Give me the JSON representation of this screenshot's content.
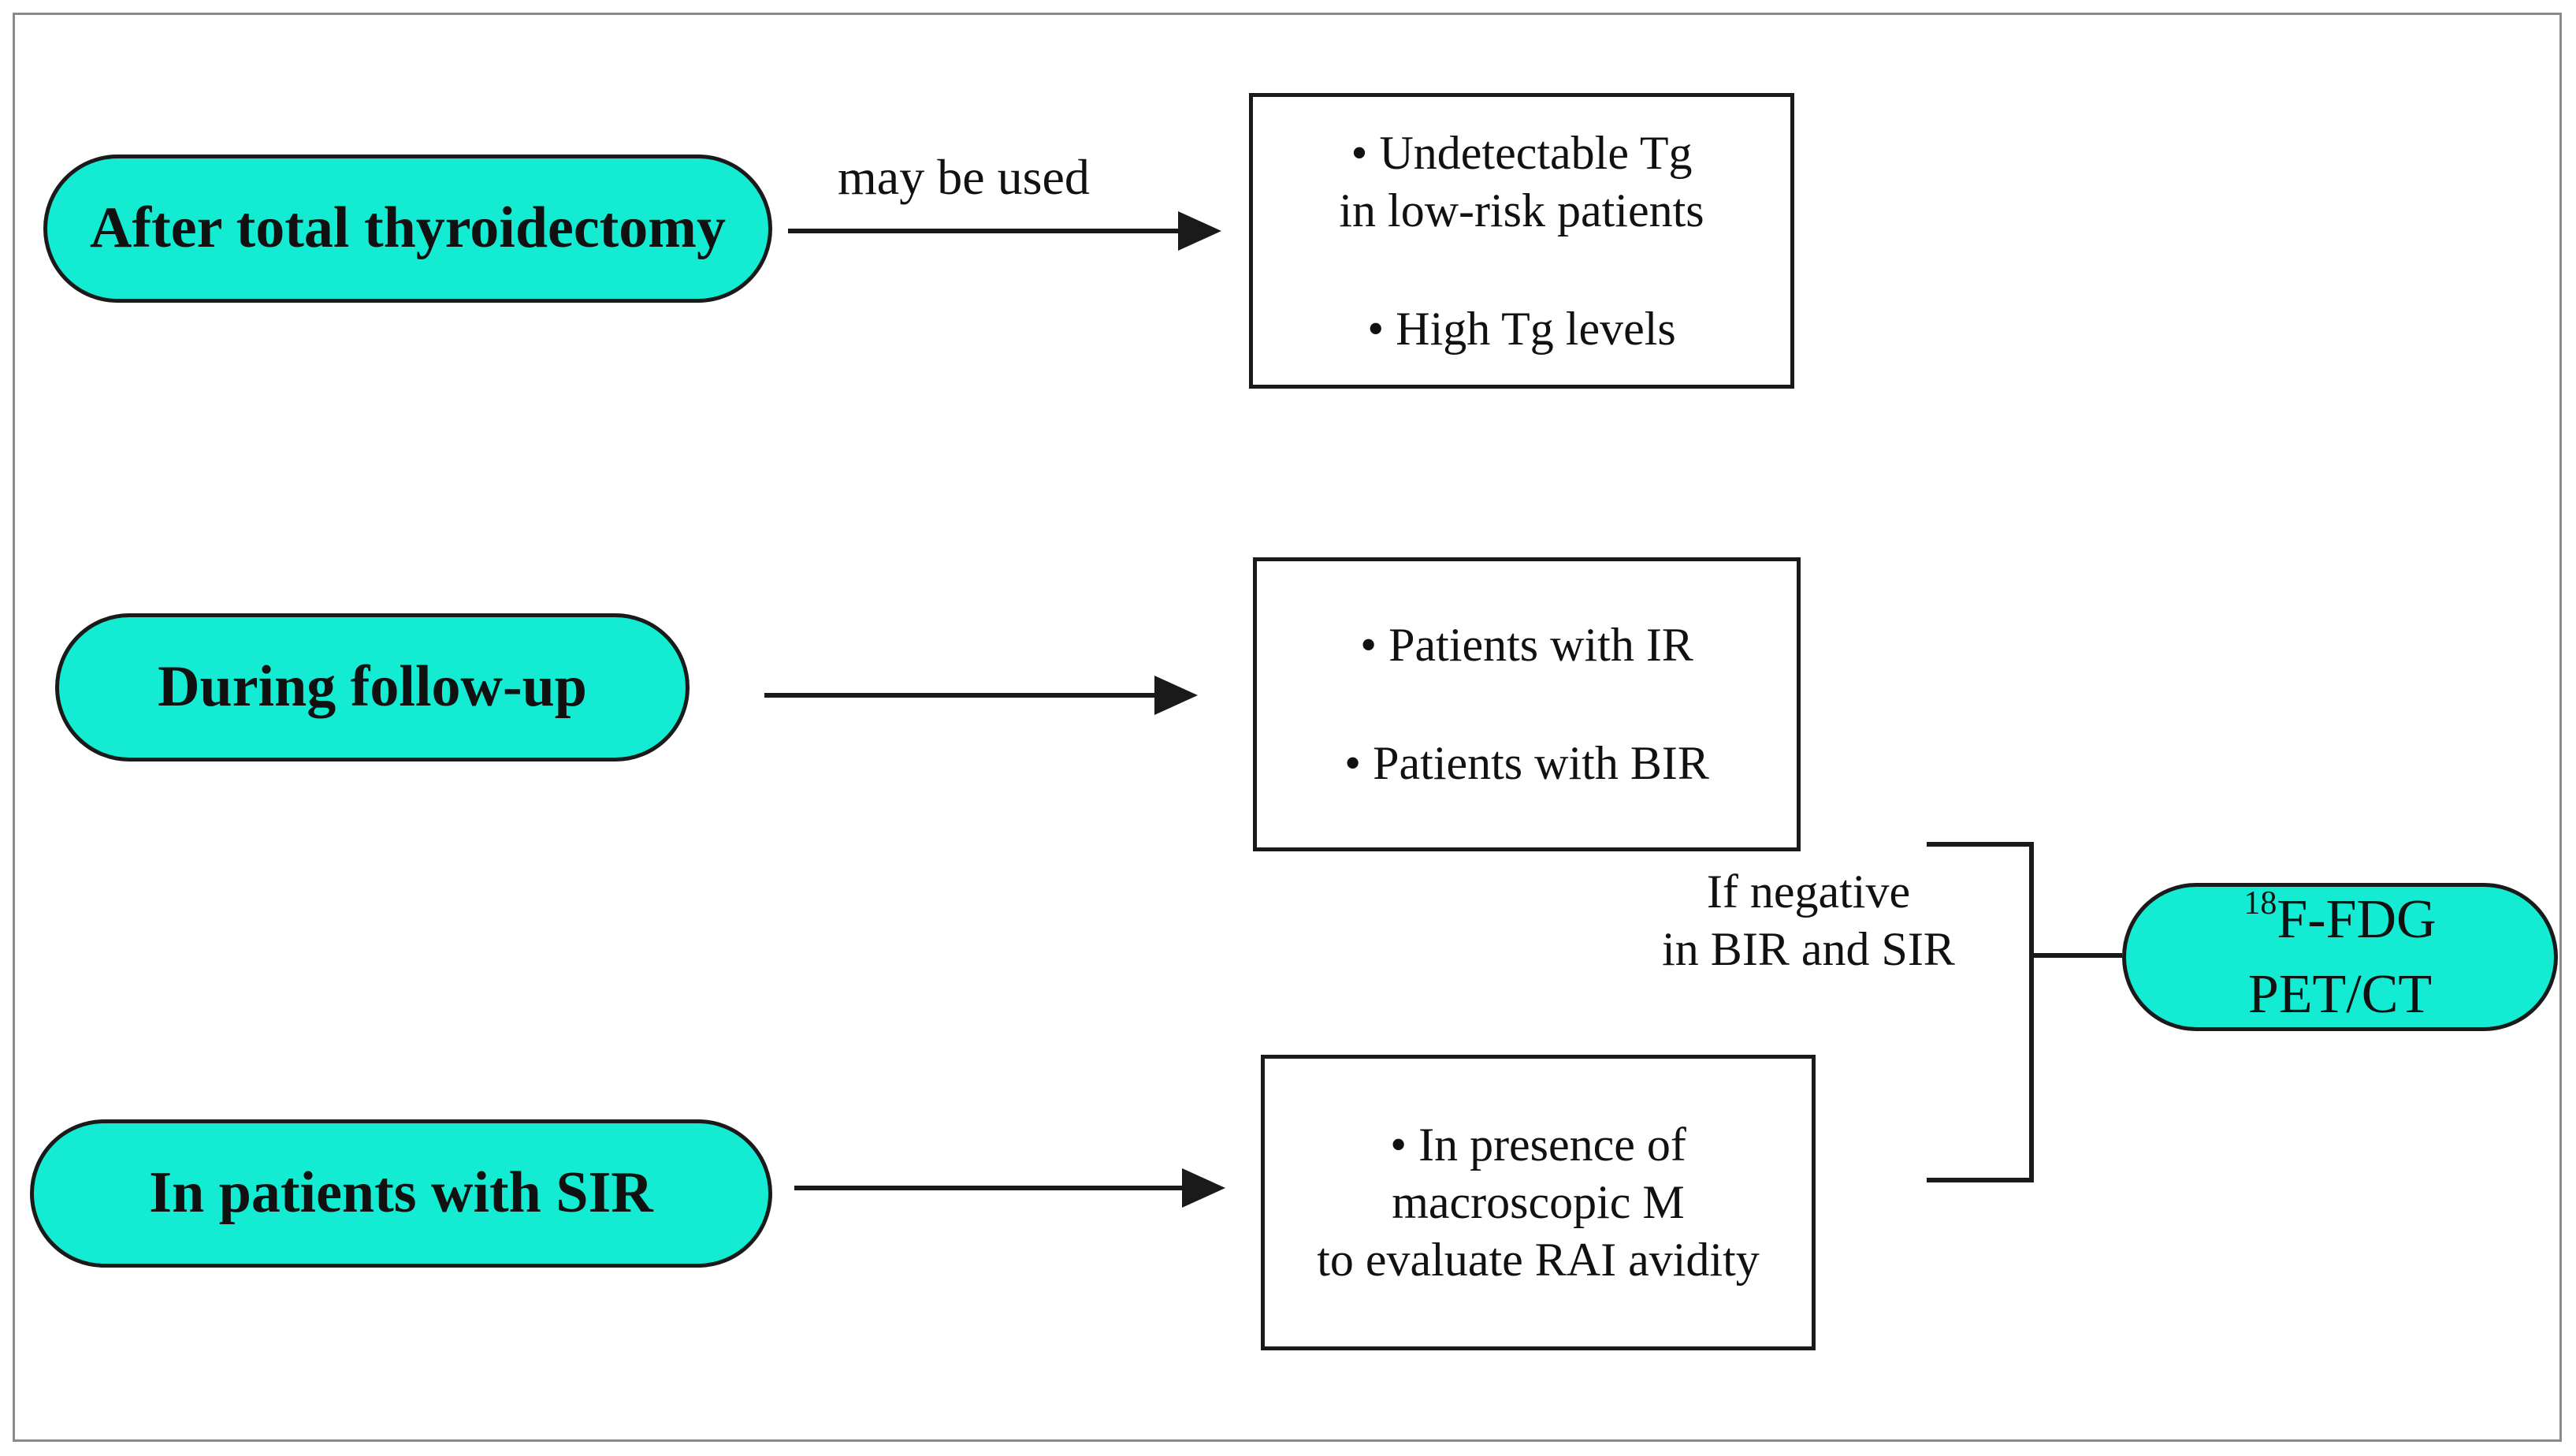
{
  "colors": {
    "pill_fill": "#13ecd2",
    "stroke": "#1a1a1a",
    "frame_border": "#8a8a8a"
  },
  "nodes": {
    "after_thyroidectomy": "After total thyroidectomy",
    "during_follow_up": "During follow-up",
    "patients_with_sir": "In patients with SIR",
    "pet_ct": {
      "sup": "18",
      "line1": "F-FDG",
      "line2": "PET/CT"
    }
  },
  "edges": {
    "may_be_used": "may be used",
    "if_negative": [
      "If negative",
      "in BIR and SIR"
    ]
  },
  "boxes": {
    "after_thyroidectomy": [
      "• Undetectable Tg",
      "in low-risk patients",
      "• High Tg levels"
    ],
    "during_follow_up": [
      "• Patients with IR",
      "• Patients with BIR"
    ],
    "patients_with_sir": [
      "• In presence of",
      "macroscopic M",
      "to evaluate RAI avidity"
    ]
  }
}
